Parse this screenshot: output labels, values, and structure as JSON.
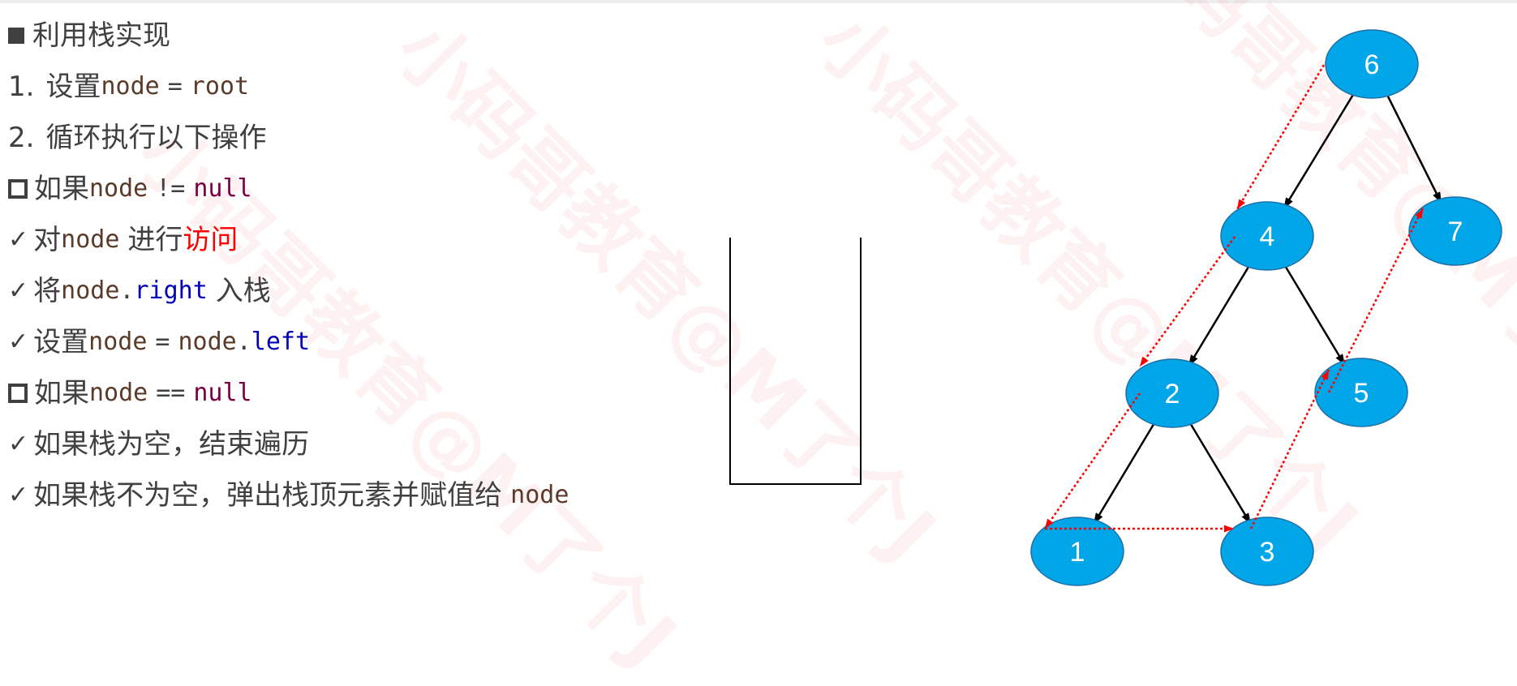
{
  "watermark_text": "小码哥教育@M了个J",
  "steps": {
    "title": "利用栈实现",
    "step1_num": "1.",
    "step1_text": "设置",
    "step1_code_var": "node",
    "step1_code_op": "=",
    "step1_code_val": "root",
    "step2_num": "2.",
    "step2_text": "循环执行以下操作",
    "cond1_text": "如果",
    "cond1_var": "node",
    "cond1_op": "!=",
    "cond1_kw": "null",
    "c1a_pre": "对",
    "c1a_var": "node",
    "c1a_text": "进行",
    "c1a_red": "访问",
    "c1b_pre": "将",
    "c1b_var": "node",
    "c1b_dot": ".",
    "c1b_prop": "right",
    "c1b_text": "入栈",
    "c1c_pre": "设置",
    "c1c_var": "node",
    "c1c_op": "=",
    "c1c_var2": "node",
    "c1c_dot": ".",
    "c1c_prop": "left",
    "cond2_text": "如果",
    "cond2_var": "node",
    "cond2_op": "==",
    "cond2_kw": "null",
    "c2a_text": "如果栈为空，结束遍历",
    "c2b_text": "如果栈不为空，弹出栈顶元素并赋值给",
    "c2b_var": "node"
  },
  "tree": {
    "nodes": [
      "6",
      "4",
      "7",
      "2",
      "5",
      "1",
      "3"
    ],
    "node_color": "#00a6e8",
    "edge_color": "#000000",
    "path_color": "#ff0000"
  }
}
